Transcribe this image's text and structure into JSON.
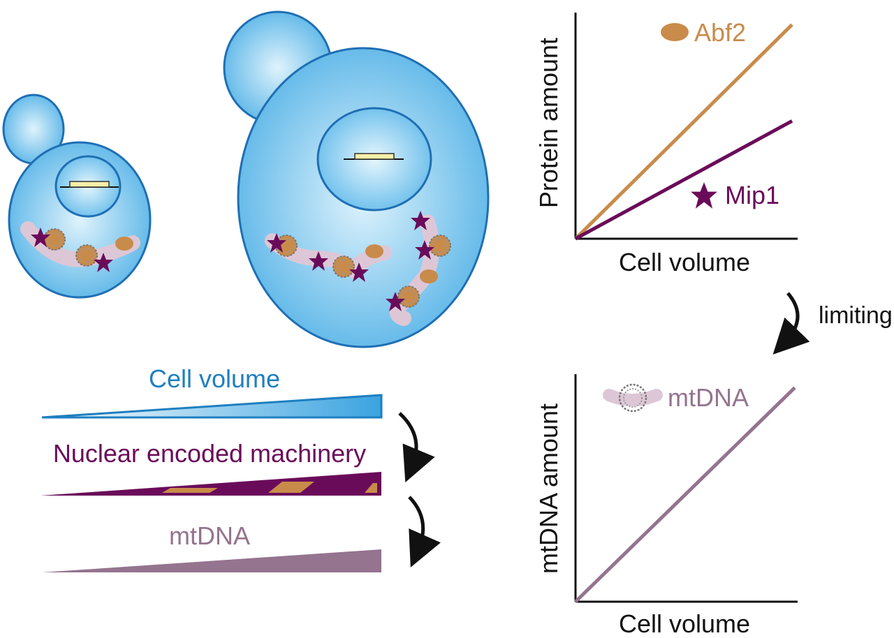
{
  "colors": {
    "cell_fill": "#6cc3ee",
    "cell_stroke": "#1f6fb4",
    "abf2": "#c98b4a",
    "mip1": "#6a0b5a",
    "mtdna": "#94748f",
    "mito_tube": "#ddc7d6",
    "nucleus_gene": "#f7f0a8",
    "axis": "#111111",
    "cell_volume_text": "#1f7fc0"
  },
  "icons": {
    "abf2": "brown-ellipse-icon",
    "mip1": "purple-star-icon",
    "mtdna": "coiled-nucleoid-icon",
    "arrow": "curved-arrow-icon"
  },
  "gradients": {
    "cell_volume": {
      "label": "Cell volume"
    },
    "machinery": {
      "label": "Nuclear encoded machinery"
    },
    "mtdna": {
      "label": "mtDNA"
    }
  },
  "chart_data": [
    {
      "type": "line",
      "xlabel": "Cell volume",
      "ylabel": "Protein amount",
      "x": [
        0,
        1
      ],
      "series": [
        {
          "name": "Abf2",
          "values": [
            0,
            1.0
          ]
        },
        {
          "name": "Mip1",
          "values": [
            0,
            0.55
          ]
        }
      ],
      "ylim": [
        0,
        1.05
      ],
      "grid": false
    },
    {
      "type": "line",
      "xlabel": "Cell volume",
      "ylabel": "mtDNA amount",
      "x": [
        0,
        1
      ],
      "series": [
        {
          "name": "mtDNA",
          "values": [
            0,
            1.0
          ]
        }
      ],
      "ylim": [
        0,
        1.05
      ],
      "grid": false
    }
  ],
  "arrow_label": "limiting"
}
